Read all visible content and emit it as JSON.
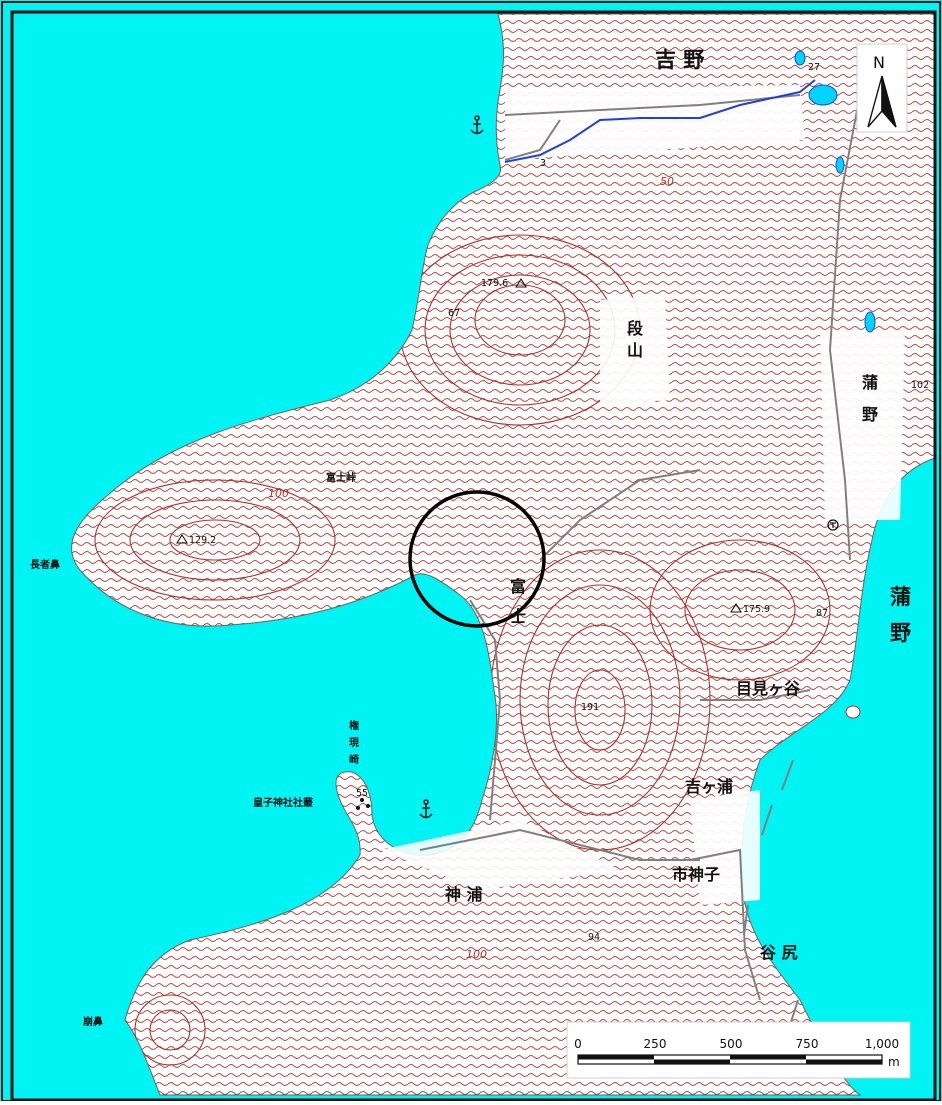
{
  "colors": {
    "sea": "#00f4f4",
    "land": "#ffffff",
    "contour": "#b0302a",
    "road": "#808080",
    "river": "#1f3fe0",
    "frame": "#111111"
  },
  "places": {
    "yoshino": "吉 野",
    "danyama": "段\n山",
    "gamano_inland": "蒲\n野",
    "gamano_coast": "蒲\n野",
    "fujitoge": "富士峠",
    "choja_bana": "長者鼻",
    "fuji": "富\n士",
    "megamigatani": "目見ヶ谷",
    "gongenzaki": "権\n現\n崎",
    "oujijinja": "皇子神社社叢",
    "kiganoura": "吉ヶ浦",
    "kamiura": "神  浦",
    "ichikamiko": "市神子",
    "tanijiri": "谷 尻",
    "kuzurebana": "崩鼻"
  },
  "elevations": {
    "e179": "179.6",
    "e67": "67",
    "e129": "129.2",
    "e175": "175.9",
    "e87": "87",
    "e191": "191",
    "e55": "55",
    "e94": "94",
    "e27": "27",
    "e3": "3",
    "e102": "102"
  },
  "contour_labels": {
    "c50": "50",
    "c100_west": "100",
    "c100_south": "100"
  },
  "north_arrow": {
    "label": "N"
  },
  "scale_bar": {
    "ticks": [
      "0",
      "250",
      "500",
      "750",
      "1,000"
    ],
    "unit": "m"
  },
  "icons": [
    "anchor-icon",
    "shrine-icon",
    "post-office-icon",
    "triangulation-point-icon",
    "north-arrow-icon"
  ]
}
